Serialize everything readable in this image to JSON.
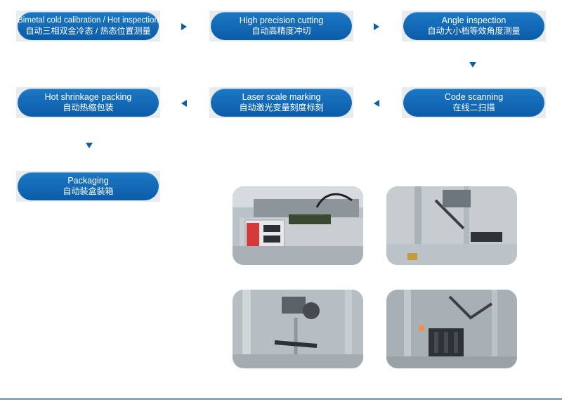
{
  "steps": [
    {
      "en": "Bimetal cold calibration / Hot inspection",
      "zh": "自动三相双金冷态 / 热态位置测量"
    },
    {
      "en": "High precision cutting",
      "zh": "自动高精度冲切"
    },
    {
      "en": "Angle inspection",
      "zh": "自动大小档等效角度测量"
    },
    {
      "en": "Code scanning",
      "zh": "在线二扫描"
    },
    {
      "en": "Laser scale marking",
      "zh": "自动激光变量刻度标刻"
    },
    {
      "en": "Hot shrinkage packing",
      "zh": "自动热缩包装"
    },
    {
      "en": "Packaging",
      "zh": "自动装盒装箱"
    }
  ],
  "colors": {
    "pill": "#0c5ca8",
    "arrow": "#0d5ea8",
    "frame": "#e9ecef"
  }
}
